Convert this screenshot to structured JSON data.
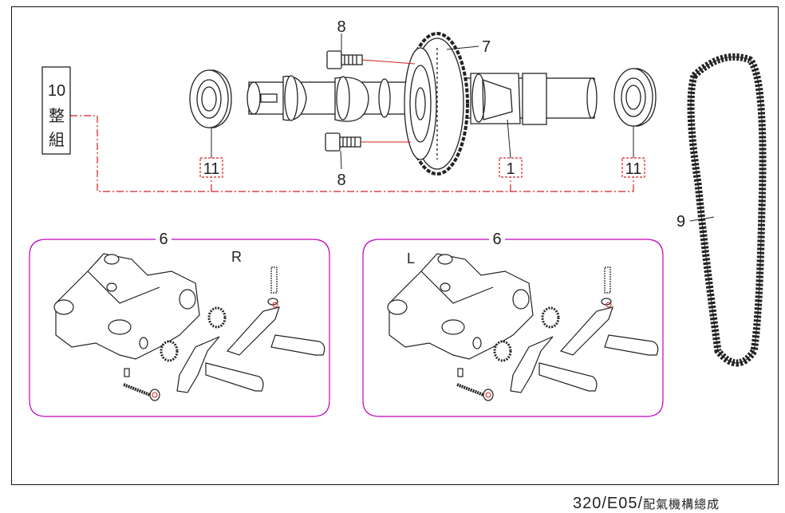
{
  "callouts": {
    "c1": "1",
    "c6_left": "6",
    "c6_right": "6",
    "c7": "7",
    "c8_top": "8",
    "c8_bottom": "8",
    "c9": "9",
    "c10_num": "10",
    "c10_line1": "整",
    "c10_line2": "組",
    "c11_left": "11",
    "c11_right": "11"
  },
  "side_labels": {
    "right": "R",
    "left": "L"
  },
  "footer": {
    "code": "320/E05/",
    "title": "配氣機構總成"
  },
  "colors": {
    "leader_red": "#d42020",
    "group_magenta": "#c000c0",
    "line": "#222222"
  }
}
